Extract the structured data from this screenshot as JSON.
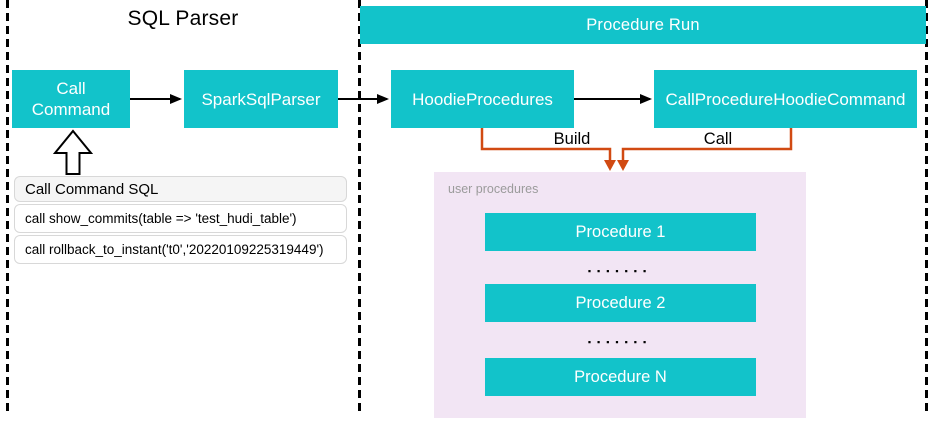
{
  "sections": [
    {
      "title": "SQL Parser"
    },
    {
      "title": "Procedure Run"
    }
  ],
  "nodes": {
    "call_command": "Call Command",
    "spark_sql_parser": "SparkSqlParser",
    "hoodie_procedures": "HoodieProcedures",
    "call_procedure_hoodie_command": "CallProcedureHoodieCommand"
  },
  "edge_labels": {
    "build": "Build",
    "call": "Call"
  },
  "sql_panel": {
    "header": "Call Command SQL",
    "rows": [
      "call show_commits(table => 'test_hudi_table')",
      "call rollback_to_instant('t0','20220109225319449')"
    ]
  },
  "user_procedures": {
    "label": "user procedures",
    "items": [
      "Procedure 1",
      "Procedure 2",
      "Procedure N"
    ],
    "dots": "▪▪▪▪▪▪▪"
  },
  "colors": {
    "node_teal": "#12c3ca",
    "connector_orange": "#d14a12",
    "procedures_panel_pink": "#f2e5f4",
    "muted_label_gray": "#9b9b9b",
    "line_black": "#000000"
  }
}
